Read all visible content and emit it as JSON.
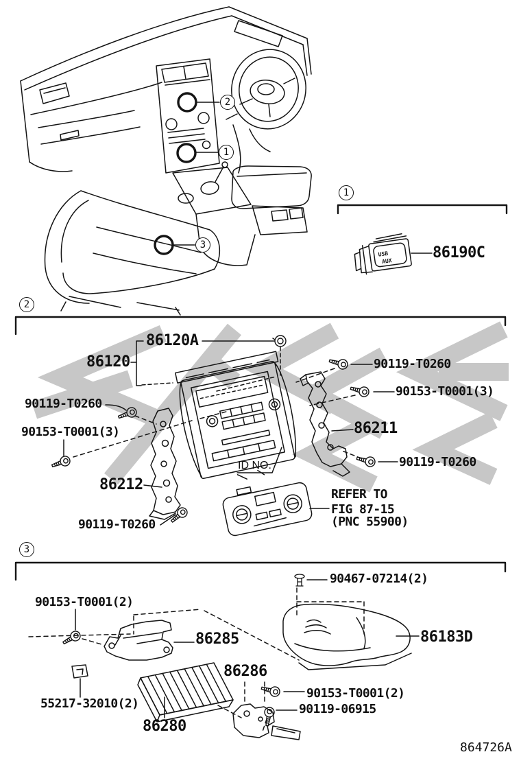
{
  "figure": {
    "drawing_number": "864726A"
  },
  "callouts": {
    "one": "1",
    "two": "2",
    "three": "3"
  },
  "s1": {
    "part_usb_aux_adapter": "86190C",
    "connector_usb": "USB",
    "connector_aux": "AUX"
  },
  "s2": {
    "part_panel_sub_assy": "86120A",
    "part_receiver_assy": "86120",
    "part_bracket_rh": "86211",
    "part_bracket_lh": "86212",
    "screw_left_upper": "90119-T0260",
    "screw_left_mid": "90153-T0001(3)",
    "screw_left_lower": "90119-T0260",
    "screw_right_upper": "90119-T0260",
    "screw_right_mid": "90153-T0001(3)",
    "screw_right_lower": "90119-T0260",
    "id_no": "ID NO.",
    "refer_line1": "REFER TO",
    "refer_line2": "FIG 87-15",
    "refer_line3": "(PNC 55900)"
  },
  "s3": {
    "clip_cover": "90467-07214(2)",
    "part_cover": "86183D",
    "screw_upper_left": "90153-T0001(2)",
    "part_bracket_upper": "86285",
    "part_bracket_lower": "86286",
    "part_cushion": "55217-32010(2)",
    "part_amplifier": "86280",
    "screw_lower_right": "90153-T0001(2)",
    "screw_06915": "90119-06915"
  }
}
